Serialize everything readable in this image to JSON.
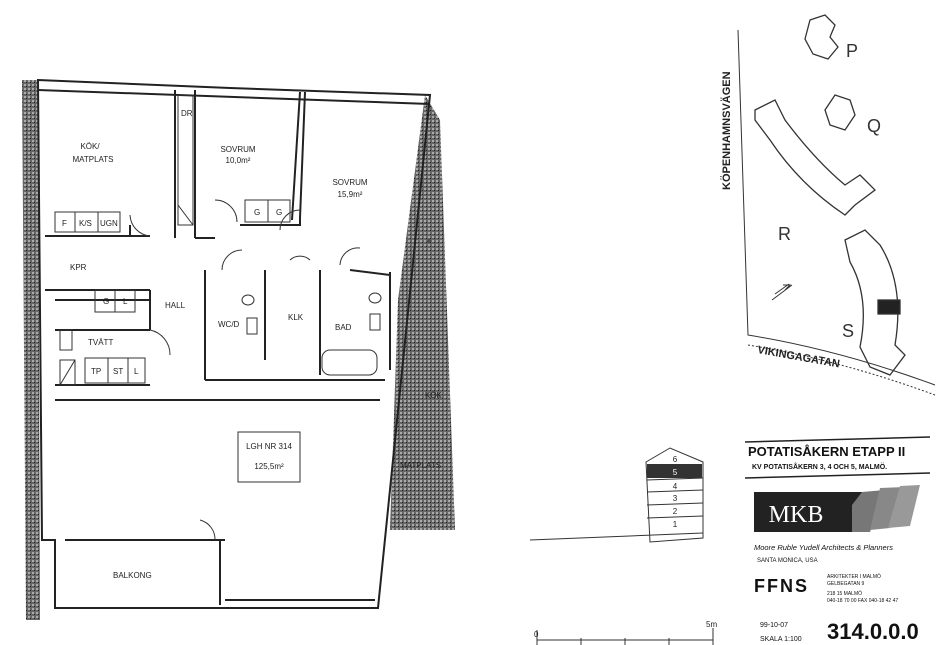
{
  "plan": {
    "rooms": {
      "kitchen_line1": "KÖK/",
      "kitchen_line2": "MATPLATS",
      "bedroom1": "SOVRUM",
      "bedroom1_area": "10,0m²",
      "bedroom2": "SOVRUM",
      "bedroom2_area": "15,9m²",
      "kpr": "KPR",
      "hall": "HALL",
      "wcd": "WC/D",
      "klk": "KLK",
      "bad": "BAD",
      "tvatt": "TVÄTT",
      "balkong": "BALKONG",
      "neighbour_kok": "KÖK",
      "neighbour_matplats": "MATPLATS"
    },
    "fixtures": {
      "f": "F",
      "ks": "K/S",
      "ugn": "UGN",
      "dr": "DR",
      "g1": "G",
      "g2": "G",
      "g3": "G",
      "l1": "L",
      "tp": "TP",
      "st": "ST",
      "l2": "L"
    },
    "apartment_label": "LGH NR 314",
    "apartment_area": "125,5m²"
  },
  "site": {
    "buildings": [
      "P",
      "Q",
      "R",
      "S"
    ],
    "street_vertical": "KÖPENHAMNSVÄGEN",
    "street_horizontal": "VIKINGAGATAN"
  },
  "floor_key": {
    "floors": [
      "6",
      "5",
      "4",
      "3",
      "2",
      "1"
    ],
    "current_floor": "5"
  },
  "scale_bar": {
    "start": "0",
    "end": "5m"
  },
  "title_block": {
    "project": "POTATISÅKERN ETAPP II",
    "subtitle": "KV POTATISÅKERN 3, 4 OCH 5, MALMÖ.",
    "logo": "MKB",
    "architect": "Moore Ruble Yudell Architects & Planners",
    "architect_location": "SANTA MONICA, USA",
    "ffns": "FFNS",
    "ffns_line1": "ARKITEKTER I MALMÖ",
    "ffns_line2": "GELBEGATAN 9",
    "ffns_line3": "218 15 MALMÖ",
    "ffns_line4": "040-18 70 00  FAX 040-18 42 47",
    "date": "99-10-07",
    "scale": "SKALA 1:100",
    "drawing_number": "314.0.0.0"
  }
}
